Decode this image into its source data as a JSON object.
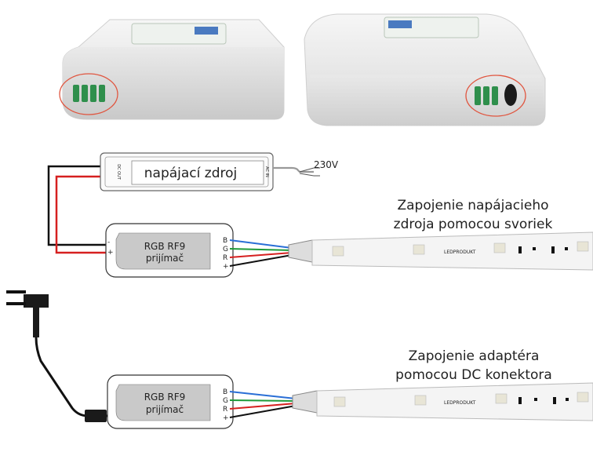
{
  "power_supply": {
    "label": "napájací zdroj",
    "dc_text": "DC OUT",
    "ac_text": "AC IN"
  },
  "mains_voltage": "230V",
  "heading_top": {
    "line1": "Zapojenie napájacieho",
    "line2": "zdroja pomocou svoriek"
  },
  "heading_bottom": {
    "line1": "Zapojenie adaptéra",
    "line2": "pomocou DC konektora"
  },
  "receiver_top": {
    "line1": "RGB RF9",
    "line2": "prijímač",
    "pins": [
      "B",
      "G",
      "R",
      "+"
    ],
    "input_minus": "-",
    "input_plus": "+"
  },
  "receiver_bottom": {
    "line1": "RGB RF9",
    "line2": "prijímač",
    "pins": [
      "B",
      "G",
      "R",
      "+"
    ]
  },
  "strip_brand": "LEDPRODUKT",
  "colors": {
    "wire_black": "#111111",
    "wire_red": "#d62020",
    "wire_blue": "#2a6fd6",
    "wire_green": "#1e9a3a",
    "ring": "#e0553f"
  }
}
